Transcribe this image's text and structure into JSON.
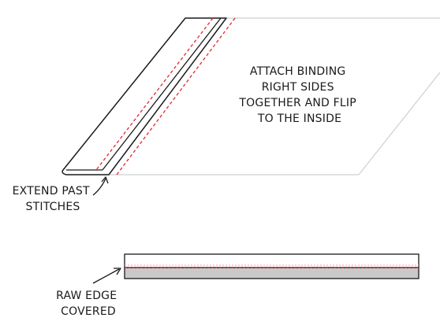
{
  "diagram": {
    "instruction": {
      "lines": [
        "ATTACH BINDING",
        "RIGHT SIDES",
        "TOGETHER AND FLIP",
        "TO THE INSIDE"
      ]
    },
    "callout_extend": {
      "lines": [
        "EXTEND PAST",
        "STITCHES"
      ]
    },
    "callout_raw_edge": {
      "lines": [
        "RAW EDGE",
        "COVERED"
      ]
    }
  },
  "colors": {
    "outline": "#1a1a1a",
    "fabric_edge": "#cfcfcf",
    "stitch": "#e0262f",
    "underlayer": "#c9c9c9"
  }
}
